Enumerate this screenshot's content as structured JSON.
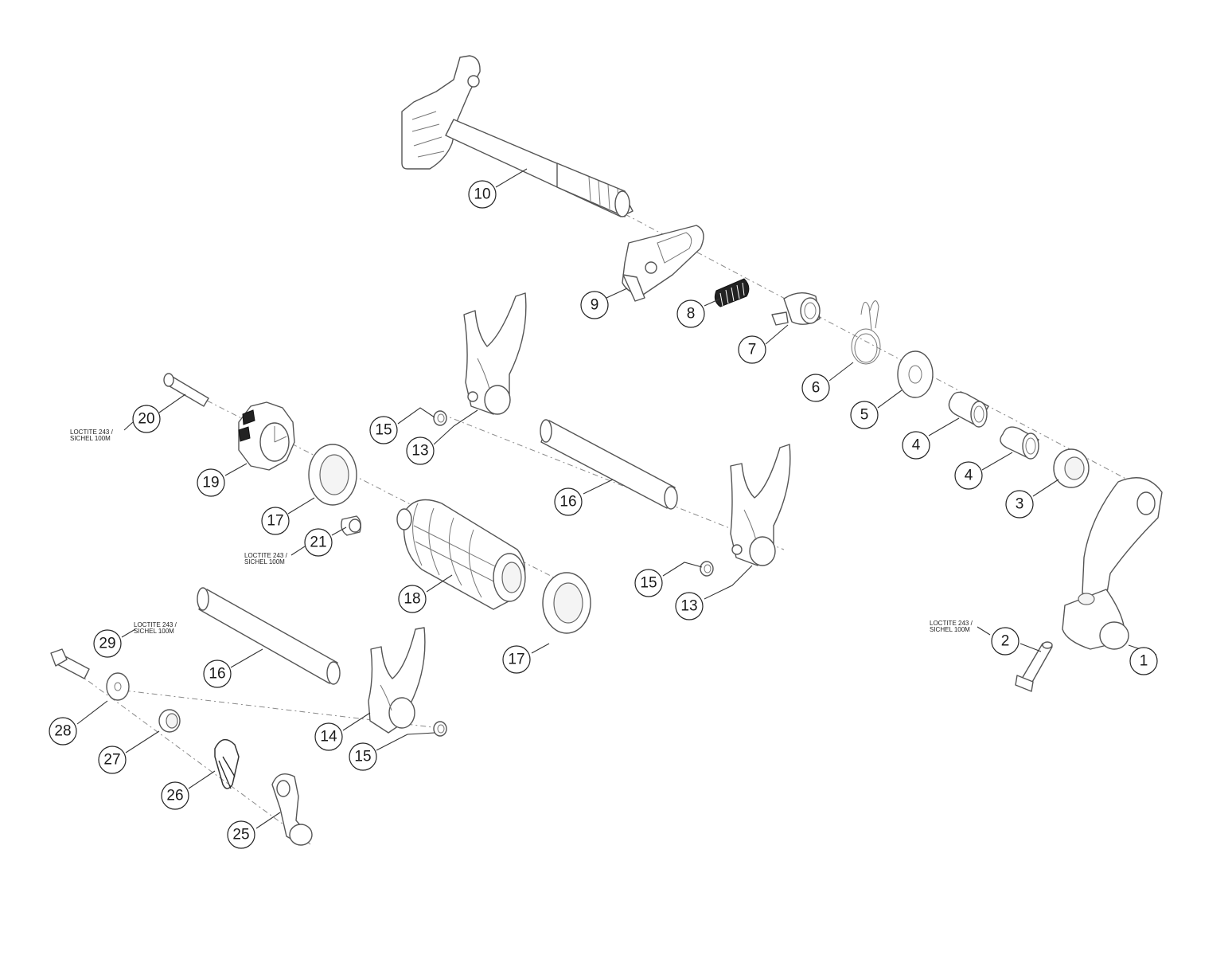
{
  "notes": {
    "n20": [
      "LOCTITE 243 /",
      "SICHEL 100M"
    ],
    "n21": [
      "LOCTITE 243 /",
      "SICHEL 100M"
    ],
    "n29": [
      "LOCTITE 243 /",
      "SICHEL 100M"
    ],
    "n2": [
      "LOCTITE 243 /",
      "SICHEL 100M"
    ]
  },
  "callouts": {
    "c1": "1",
    "c2": "2",
    "c3": "3",
    "c4a": "4",
    "c4b": "4",
    "c5": "5",
    "c6": "6",
    "c7": "7",
    "c8": "8",
    "c9": "9",
    "c10": "10",
    "c13a": "13",
    "c13b": "13",
    "c14": "14",
    "c15a": "15",
    "c15b": "15",
    "c15c": "15",
    "c16a": "16",
    "c16b": "16",
    "c17a": "17",
    "c17b": "17",
    "c18": "18",
    "c19": "19",
    "c20": "20",
    "c21": "21",
    "c25": "25",
    "c26": "26",
    "c27": "27",
    "c28": "28",
    "c29": "29"
  }
}
